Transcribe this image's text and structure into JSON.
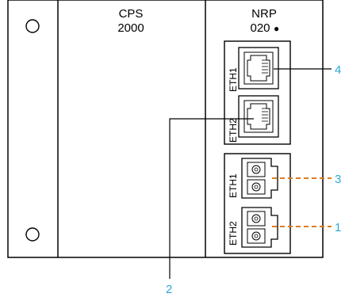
{
  "modules": {
    "cps": {
      "line1": "CPS",
      "line2": "2000"
    },
    "nrp": {
      "line1": "NRP",
      "line2": "020",
      "bullet": "●"
    }
  },
  "ports": {
    "copper": [
      {
        "label": "ETH1"
      },
      {
        "label": "ETH2"
      }
    ],
    "fiber": [
      {
        "label": "ETH1"
      },
      {
        "label": "ETH2"
      }
    ]
  },
  "callouts": {
    "c1": "1",
    "c2": "2",
    "c3": "3",
    "c4": "4"
  },
  "colors": {
    "outline": "#000000",
    "callout_text": "#2aa9d6",
    "copper_leader": "#000000",
    "fiber_leader": "#e07a1f"
  }
}
